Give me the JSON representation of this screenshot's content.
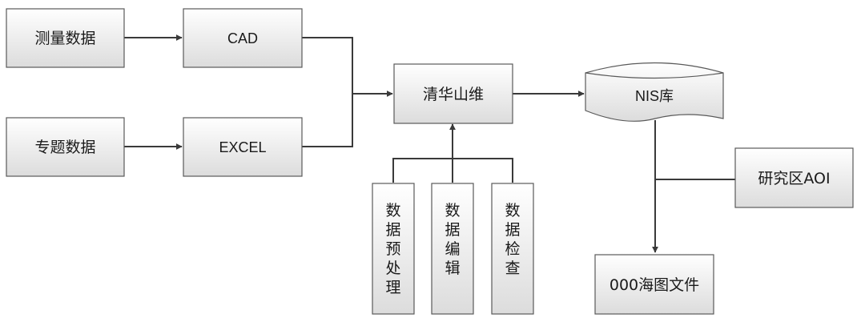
{
  "nodes": {
    "survey_data": "测量数据",
    "cad": "CAD",
    "thematic_data": "专题数据",
    "excel": "EXCEL",
    "tsinghua_shanwei": "清华山维",
    "nis_db": "NIS库",
    "study_area": "研究区AOI",
    "chart_file": "000海图文件",
    "preprocess": [
      "数",
      "据",
      "预",
      "处",
      "理"
    ],
    "edit": [
      "数",
      "据",
      "编",
      "辑"
    ],
    "check": [
      "数",
      "据",
      "检",
      "查"
    ]
  },
  "colors": {
    "box_top": "#ffffff",
    "box_bottom": "#dcdcdc",
    "border": "#595959",
    "line": "#3a3a3a"
  }
}
